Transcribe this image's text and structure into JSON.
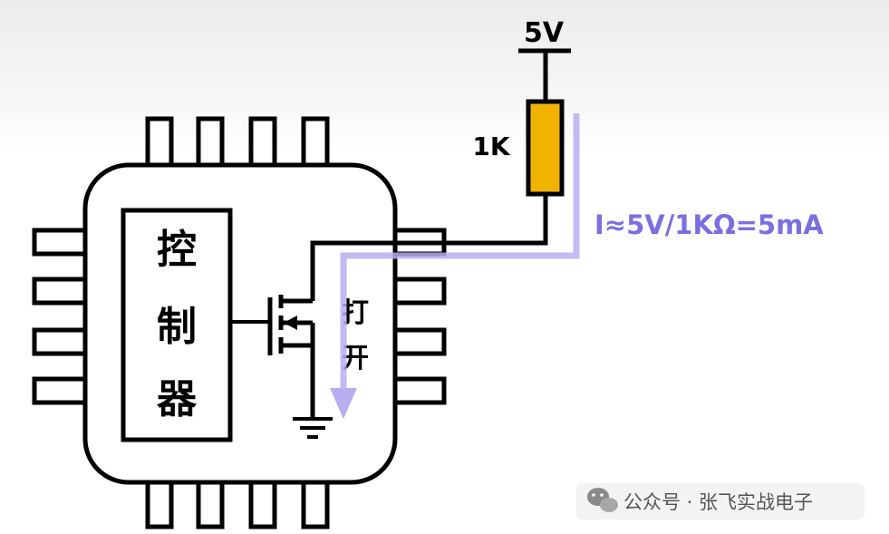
{
  "supply": {
    "label": "5V"
  },
  "resistor": {
    "label": "1K",
    "color": "#f0b400"
  },
  "controller": {
    "label_chars": [
      "控",
      "制",
      "器"
    ]
  },
  "switch_state": {
    "label_chars": [
      "打",
      "开"
    ]
  },
  "current": {
    "formula": "I≈5V/1KΩ=5mA",
    "color": "#7b6fe0",
    "arrow_color": "#b9aef2"
  },
  "watermark": {
    "text": "公众号 · 张飞实战电子"
  }
}
